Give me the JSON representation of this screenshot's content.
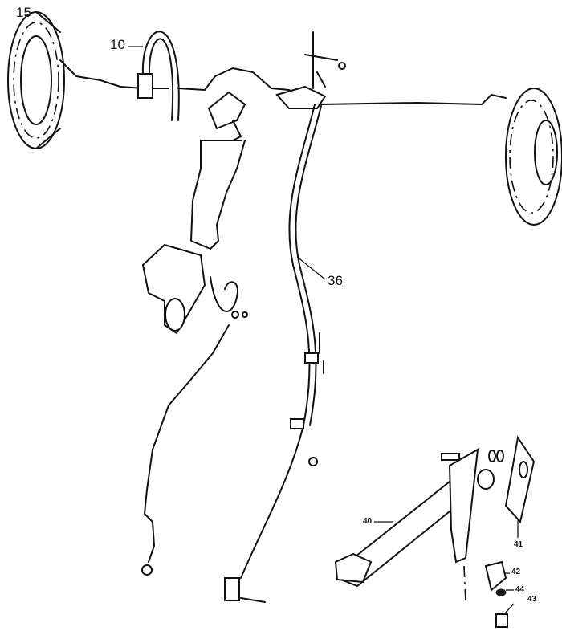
{
  "diagram": {
    "callouts": {
      "disc_left": "15",
      "hose": "10",
      "cable": "36",
      "lever": "40",
      "gasket": "41",
      "bracket": "42",
      "washer": "44",
      "switch": "43"
    }
  }
}
